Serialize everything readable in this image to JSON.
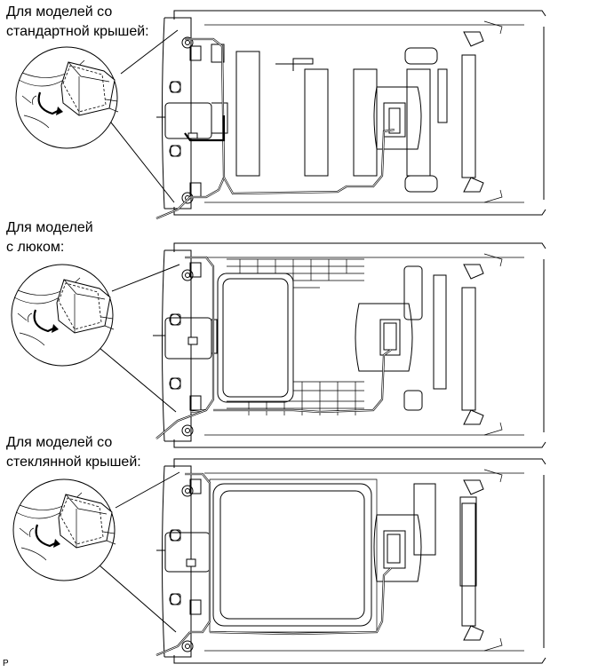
{
  "labels": {
    "standard_roof": "Для моделей со\nстандартной крышей:",
    "sunroof": "Для моделей\nс люком:",
    "glass_roof": "Для моделей со\nстеклянной крышей:"
  },
  "footer": "P"
}
